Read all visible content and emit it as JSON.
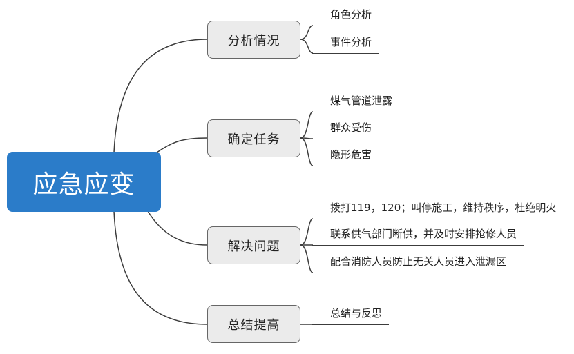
{
  "central_topic": {
    "label": "应急应变"
  },
  "branches": [
    {
      "label": "分析情况",
      "children": [
        "角色分析",
        "事件分析"
      ]
    },
    {
      "label": "确定任务",
      "children": [
        "煤气管道泄露",
        "群众受伤",
        "隐形危害"
      ]
    },
    {
      "label": "解决问题",
      "children": [
        "拨打119，120；叫停施工，维持秩序，杜绝明火",
        "联系供气部门断供，并及时安排抢修人员",
        "配合消防人员防止无关人员进入泄漏区"
      ]
    },
    {
      "label": "总结提高",
      "children": [
        "总结与反思"
      ]
    }
  ],
  "colors": {
    "central_fill": "#2b7cc9",
    "central_text": "#ffffff",
    "branch_fill": "#ebebeb",
    "branch_border": "#666666",
    "line": "#3c3c3c",
    "text": "#222222"
  }
}
